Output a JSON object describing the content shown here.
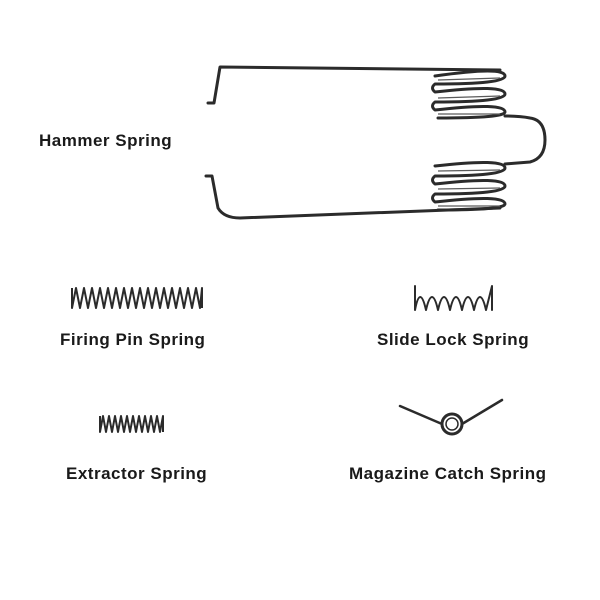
{
  "labels": {
    "hammer": "Hammer Spring",
    "firing_pin": "Firing Pin Spring",
    "slide_lock": "Slide Lock Spring",
    "extractor": "Extractor Spring",
    "magazine_catch": "Magazine Catch Spring"
  },
  "colors": {
    "spring_dark": "#2b2b2b",
    "spring_mid": "#5a5a5a",
    "text": "#1a1a1a",
    "background": "#ffffff"
  }
}
